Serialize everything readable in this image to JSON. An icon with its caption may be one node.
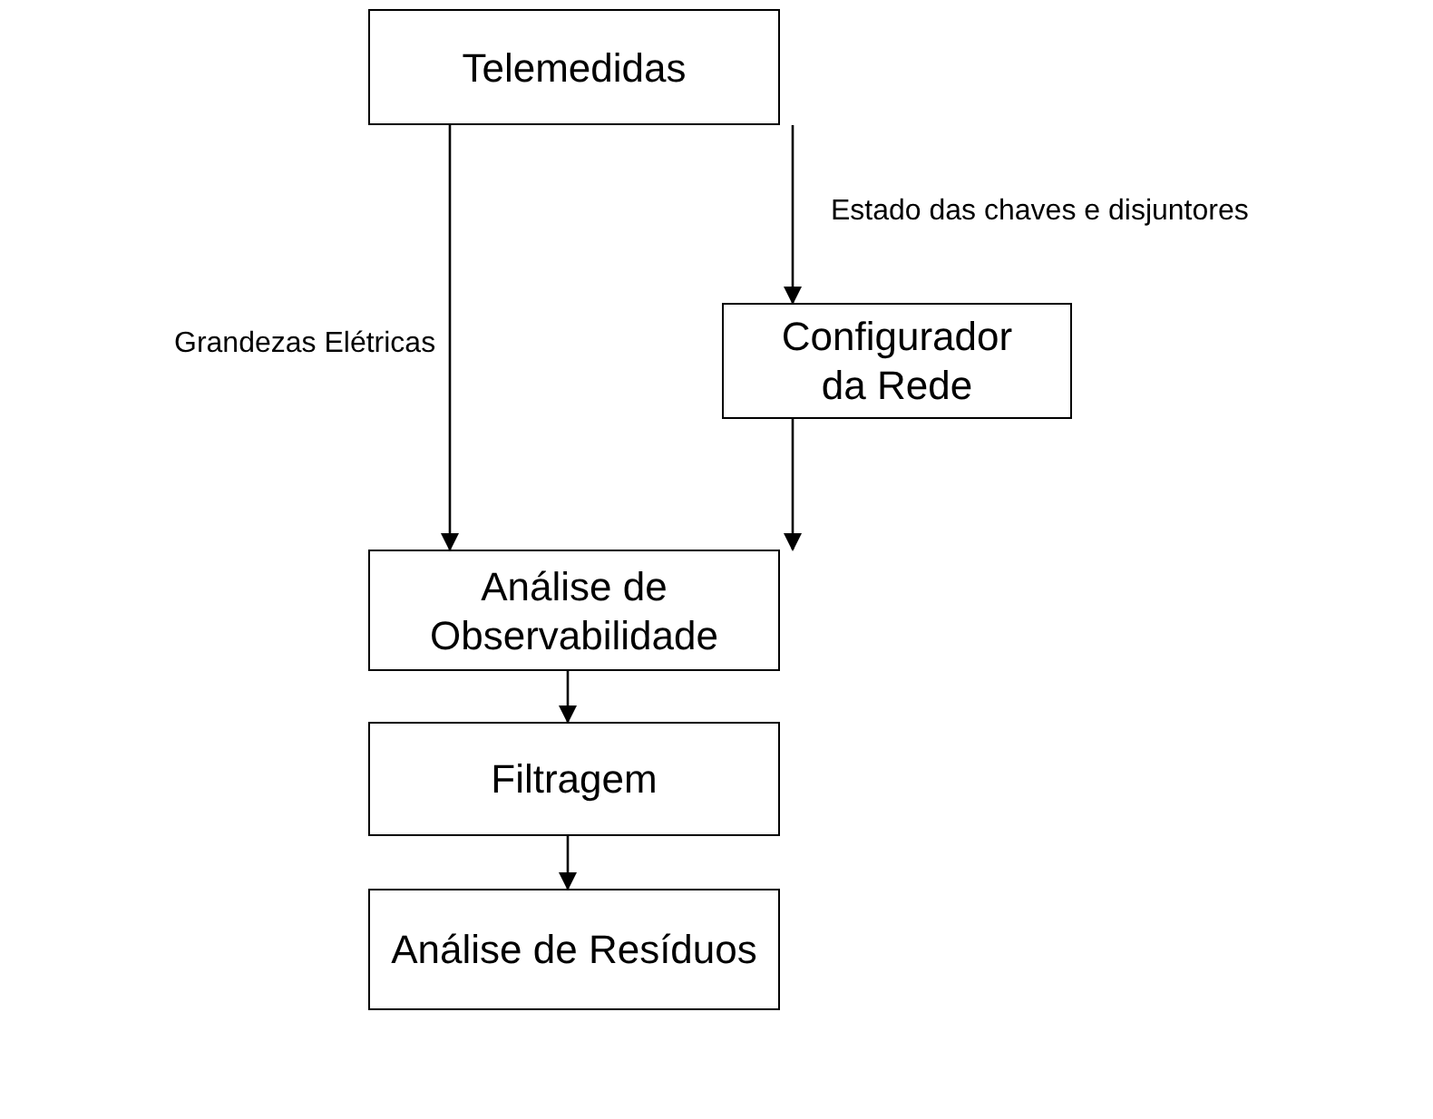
{
  "diagram": {
    "nodes": [
      {
        "text": [
          "Telemedidas"
        ]
      },
      {
        "text": [
          "Configurador da Rede"
        ]
      },
      {
        "text": [
          "Análise de Observabilidade"
        ]
      },
      {
        "text": [
          "Filtragem"
        ]
      },
      {
        "text": [
          "Análise de Resíduos"
        ]
      }
    ],
    "edges": [
      {
        "from": 0,
        "to": 2,
        "arrow": "to",
        "label": "Grandezas Elétricas"
      },
      {
        "from": 0,
        "to": 1,
        "arrow": "to",
        "label": "Estado das chaves e disjuntores"
      },
      {
        "from": 1,
        "to": 2,
        "arrow": "to"
      },
      {
        "from": 2,
        "to": 3,
        "arrow": "to"
      },
      {
        "from": 3,
        "to": 4,
        "arrow": "to"
      }
    ]
  }
}
